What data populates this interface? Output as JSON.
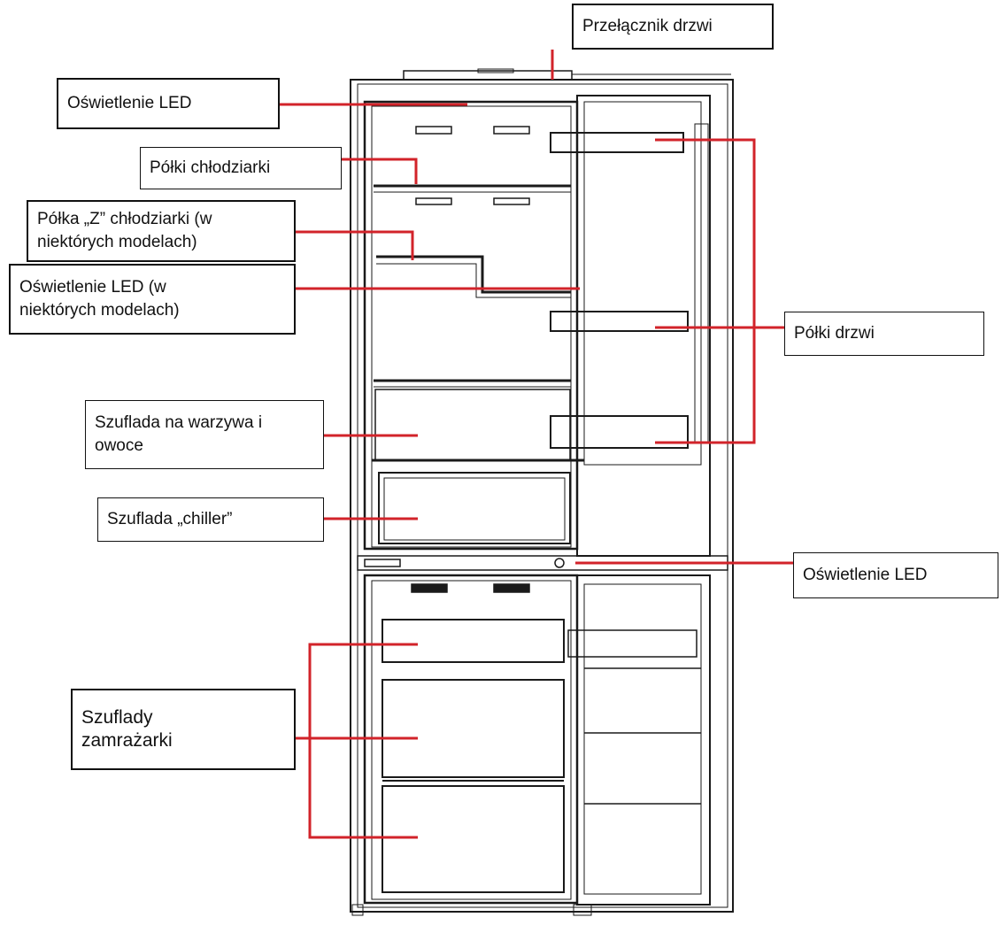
{
  "labels": {
    "door_switch": "Przełącznik drzwi",
    "led_top": "Oświetlenie LED",
    "fridge_shelves": "Półki chłodziarki",
    "z_shelf": "Półka „Z” chłodziarki (w\nniektórych modelach)",
    "led_optional": "Oświetlenie LED (w\nniektórych modelach)",
    "door_shelves": "Półki drzwi",
    "crisper": "Szuflada na warzywa i\nowoce",
    "chiller": "Szuflada „chiller”",
    "led_bottom": "Oświetlenie LED",
    "freezer_drawers": "Szuflady\nzamrażarki"
  },
  "colors": {
    "leader": "#d2232a",
    "outline": "#1a1a1a"
  }
}
